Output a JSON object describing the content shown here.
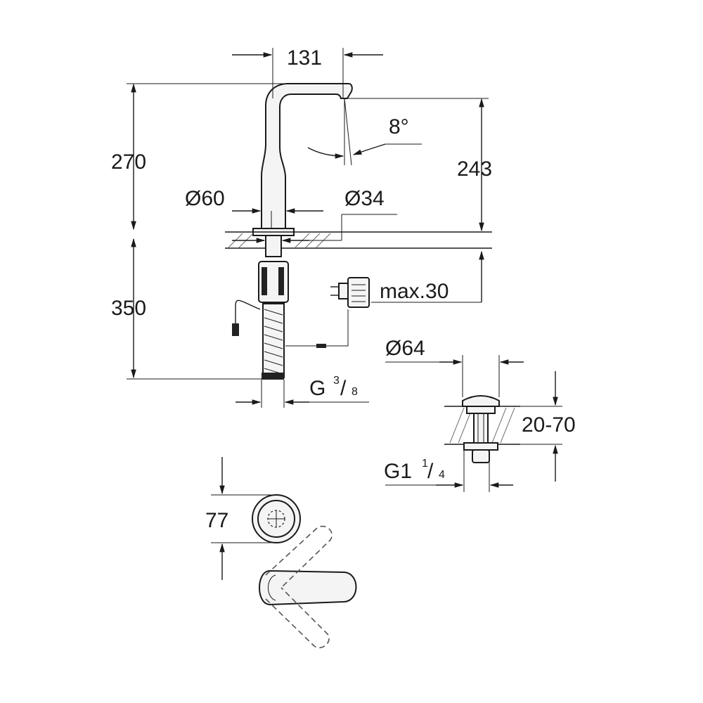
{
  "dimensions": {
    "spout_reach": "131",
    "spout_angle": "8°",
    "total_height": "270",
    "spout_height": "243",
    "base_diameter": "Ø60",
    "hole_diameter": "Ø34",
    "hose_length": "350",
    "transformer_cable": "max.30",
    "connection_thread_main": "G",
    "connection_thread_sup": "3",
    "connection_thread_sub": "8",
    "waste_diameter": "Ø64",
    "waste_range": "20-70",
    "waste_thread_main": "G1",
    "waste_thread_sup": "1",
    "waste_thread_sub": "4",
    "control_diameter": "77"
  }
}
